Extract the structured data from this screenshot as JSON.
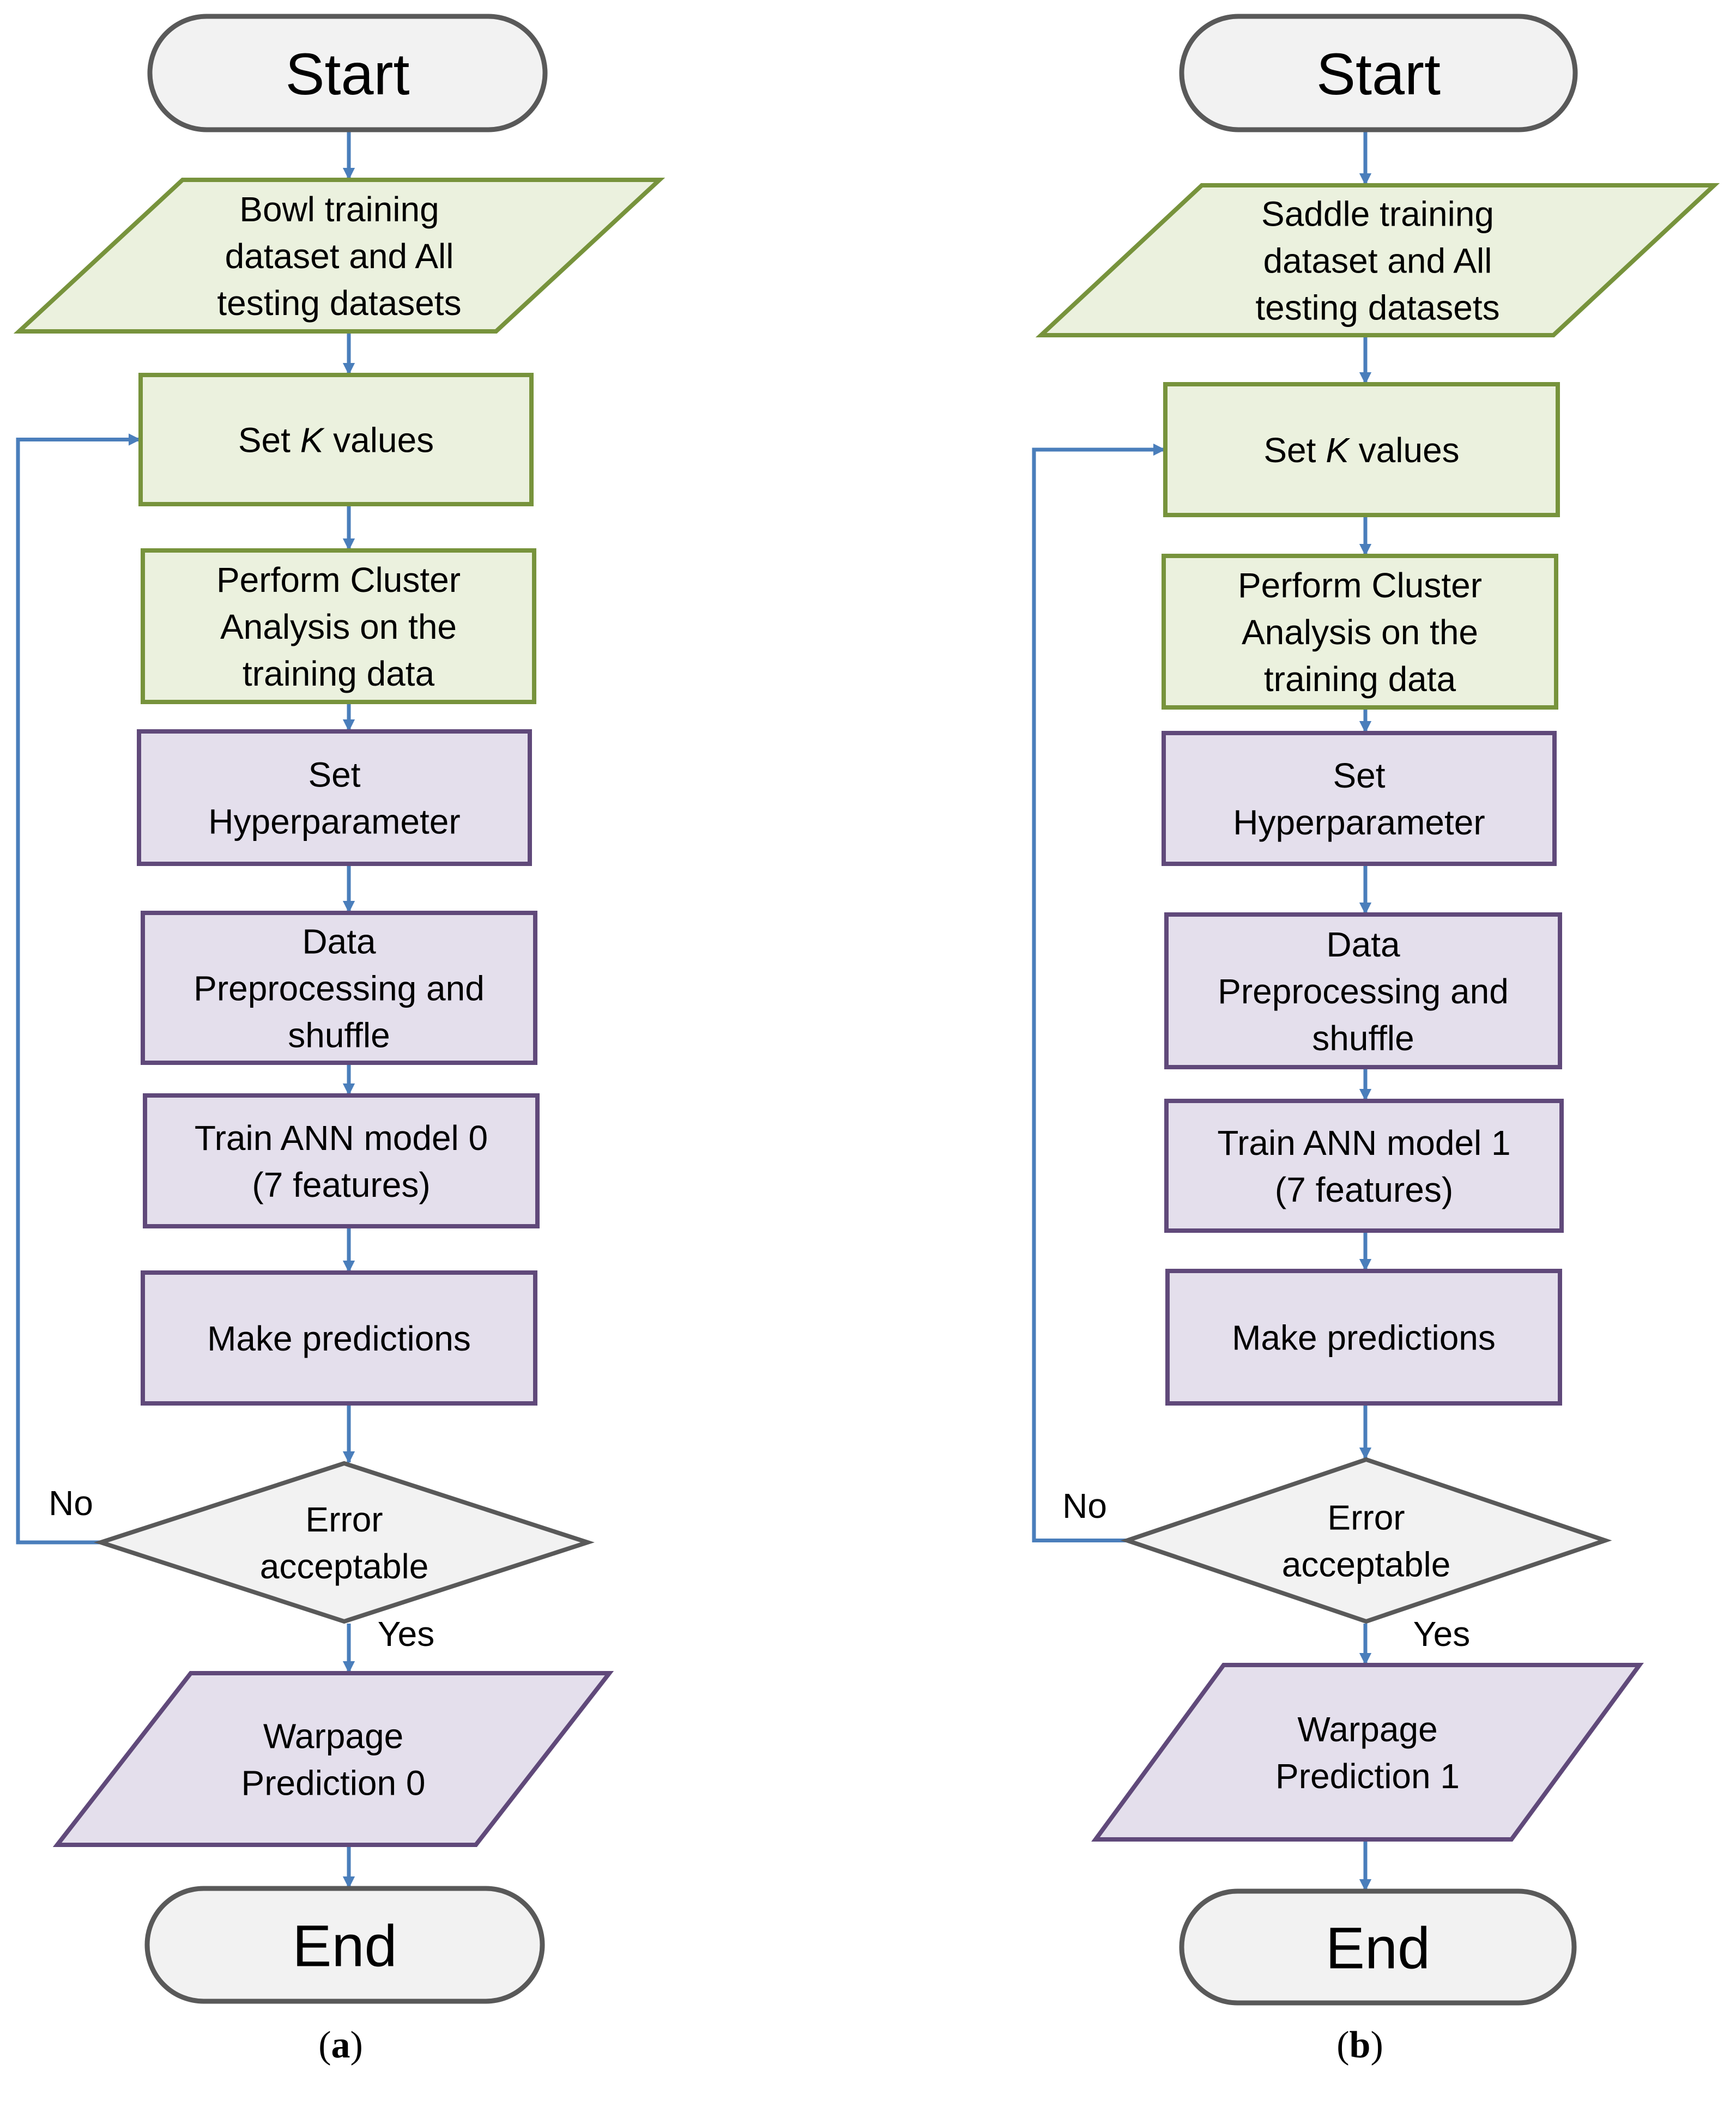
{
  "colors": {
    "terminal_fill": "#f2f2f2",
    "terminal_stroke": "#595959",
    "green_fill": "#ebf1de",
    "green_stroke": "#77933c",
    "purple_fill": "#e4dfec",
    "purple_stroke": "#60497a",
    "decision_fill": "#f2f2f2",
    "decision_stroke": "#595959",
    "arrow": "#4a7ebb"
  },
  "panels": [
    {
      "caption_open": "(",
      "caption_letter": "a",
      "caption_close": ")",
      "start": "Start",
      "input_lines": [
        "Bowl training",
        "dataset and All",
        "testing datasets"
      ],
      "set_k": {
        "pre": "Set ",
        "k": "K",
        "post": " values"
      },
      "cluster_lines": [
        "Perform Cluster",
        "Analysis on the",
        "training data"
      ],
      "hyper_lines": [
        "Set",
        "Hyperparameter"
      ],
      "preproc_lines": [
        "Data",
        "Preprocessing and",
        "shuffle"
      ],
      "train_lines": [
        "Train ANN model 0",
        "(7 features)"
      ],
      "predict": "Make predictions",
      "decision_lines": [
        "Error",
        "acceptable"
      ],
      "no_label": "No",
      "yes_label": "Yes",
      "output_lines": [
        "Warpage",
        "Prediction 0"
      ],
      "end": "End"
    },
    {
      "caption_open": "(",
      "caption_letter": "b",
      "caption_close": ")",
      "start": "Start",
      "input_lines": [
        "Saddle training",
        "dataset and All",
        "testing datasets"
      ],
      "set_k": {
        "pre": "Set ",
        "k": "K",
        "post": " values"
      },
      "cluster_lines": [
        "Perform Cluster",
        "Analysis on the",
        "training data"
      ],
      "hyper_lines": [
        "Set",
        "Hyperparameter"
      ],
      "preproc_lines": [
        "Data",
        "Preprocessing and",
        "shuffle"
      ],
      "train_lines": [
        "Train ANN model 1",
        "(7 features)"
      ],
      "predict": "Make predictions",
      "decision_lines": [
        "Error",
        "acceptable"
      ],
      "no_label": "No",
      "yes_label": "Yes",
      "output_lines": [
        "Warpage",
        "Prediction 1"
      ],
      "end": "End"
    }
  ]
}
